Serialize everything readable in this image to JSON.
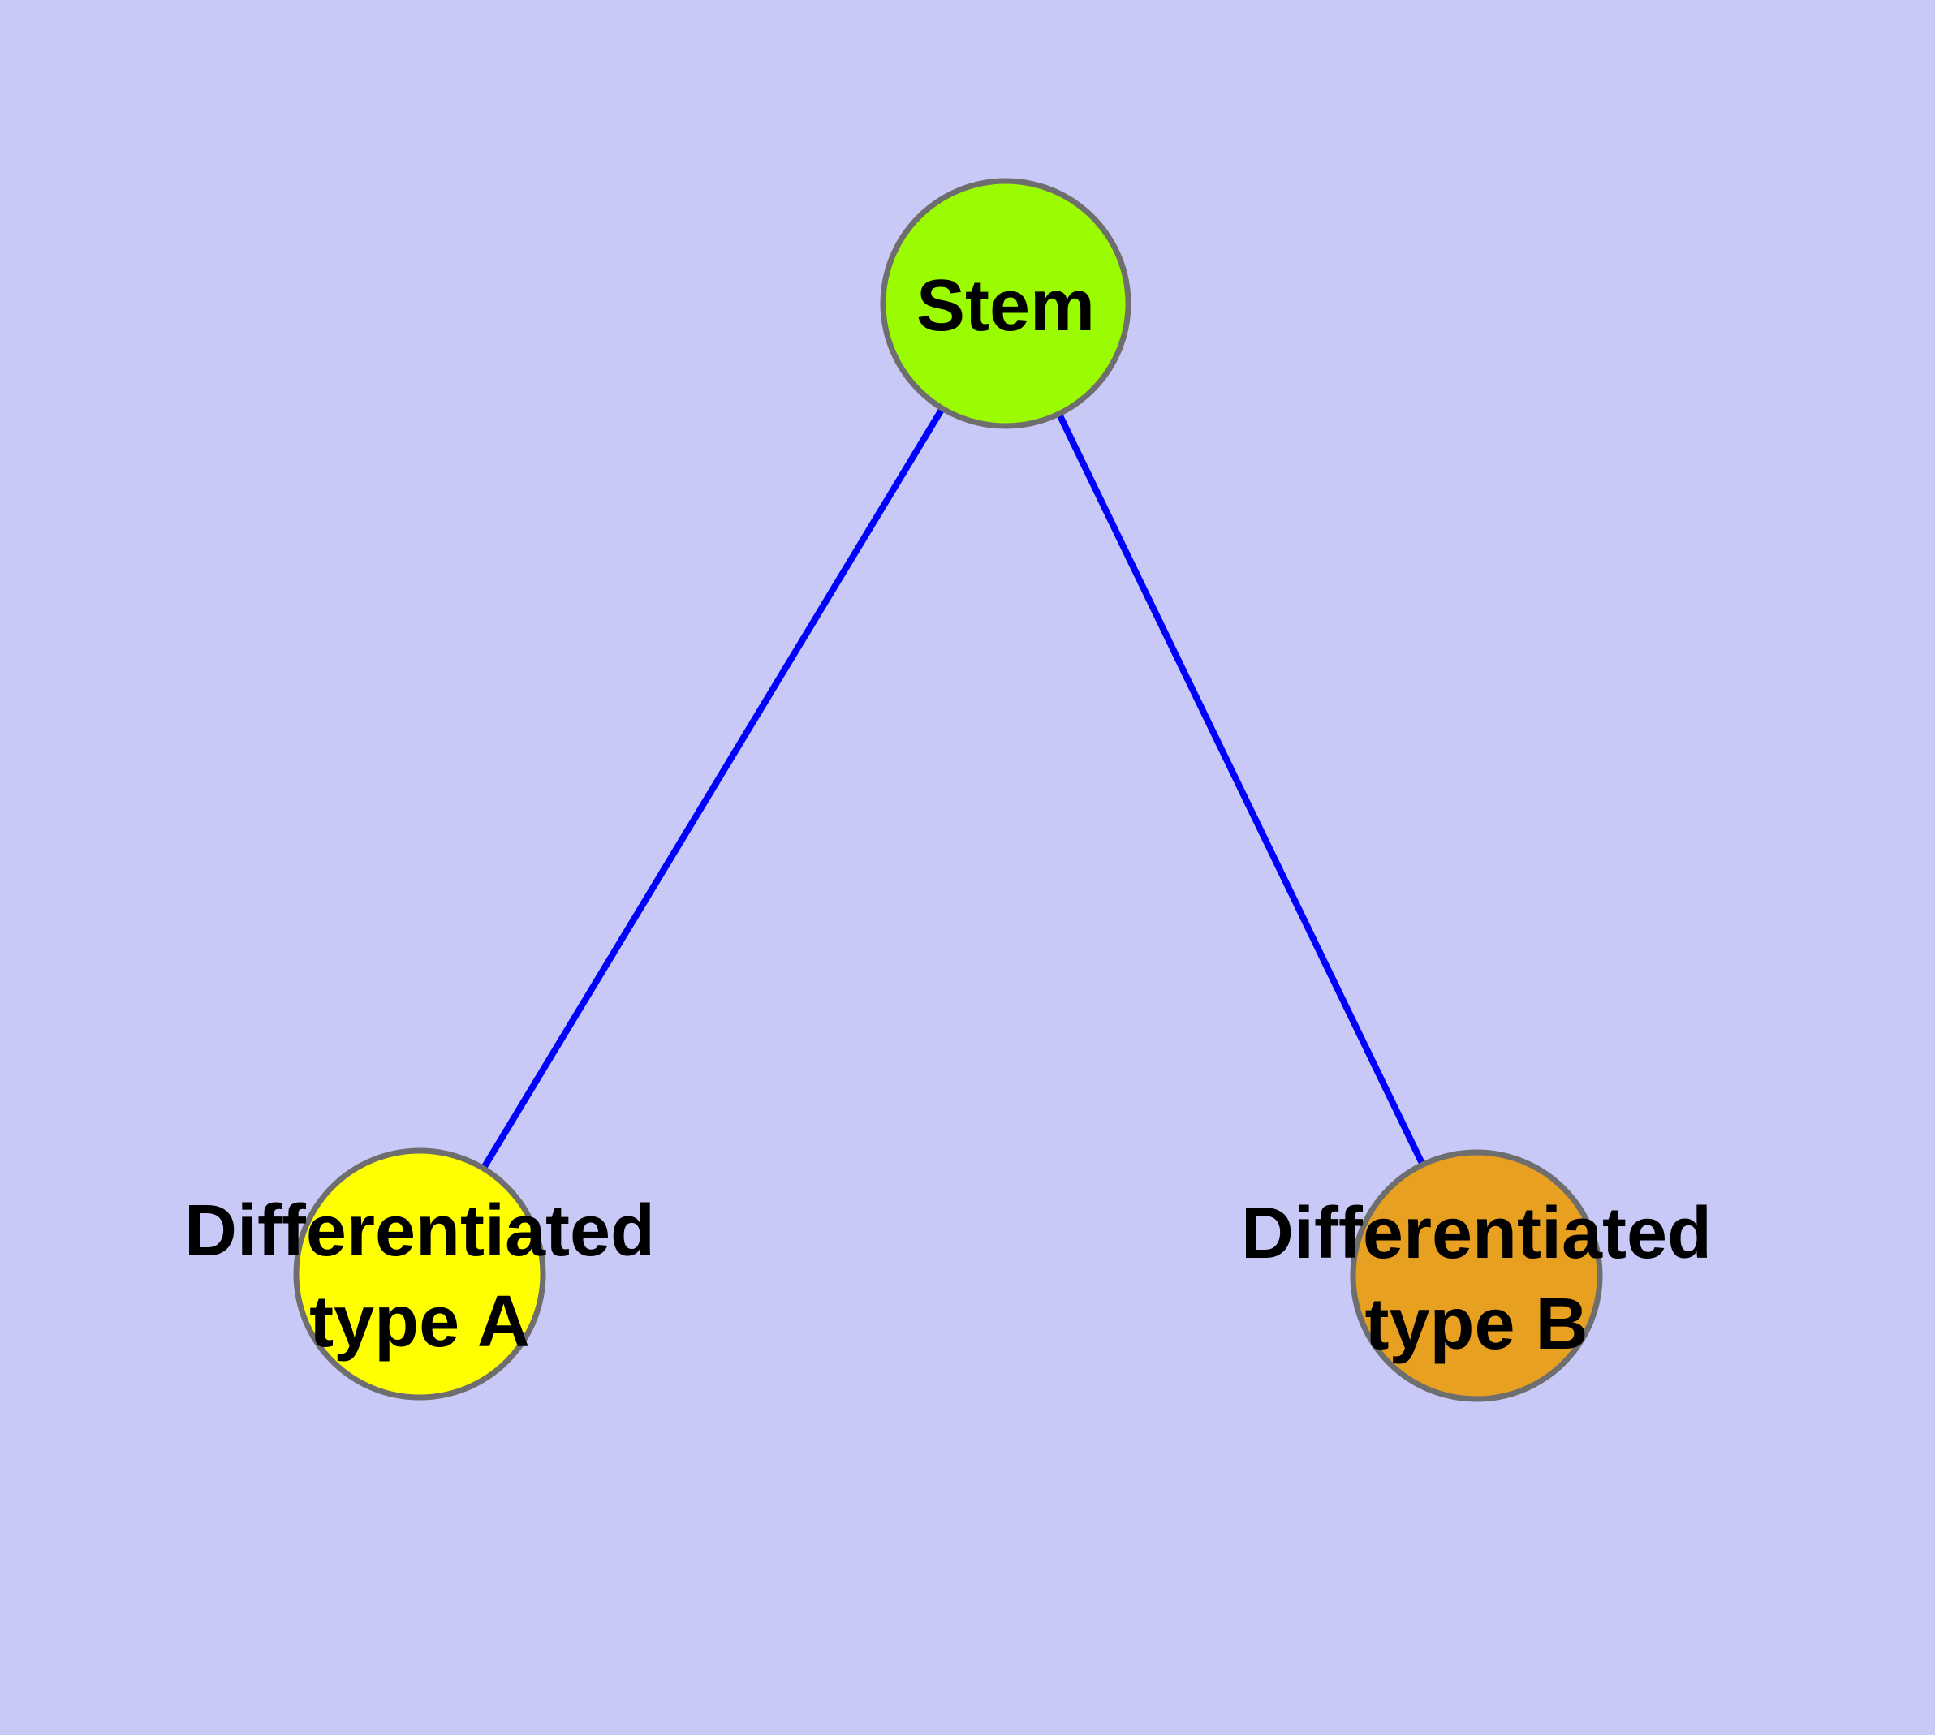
{
  "diagram": {
    "type": "node-link-graph",
    "background_color": "#c9c9f7",
    "edge_color": "#0000ff",
    "node_border_color": "#6e6e6e",
    "text_color": "#000000",
    "nodes": {
      "stem": {
        "label": "Stem",
        "fill": "#9bfb00"
      },
      "type_a": {
        "label_line1": "Differentiated",
        "label_line2": "type A",
        "label": "Differentiated type A",
        "fill": "#ffff00"
      },
      "type_b": {
        "label_line1": "Differentiated",
        "label_line2": "type B",
        "label": "Differentiated type B",
        "fill": "#e8a020"
      }
    },
    "edges": [
      {
        "from": "Stem",
        "to": "Differentiated type A"
      },
      {
        "from": "Stem",
        "to": "Differentiated type B"
      }
    ]
  }
}
